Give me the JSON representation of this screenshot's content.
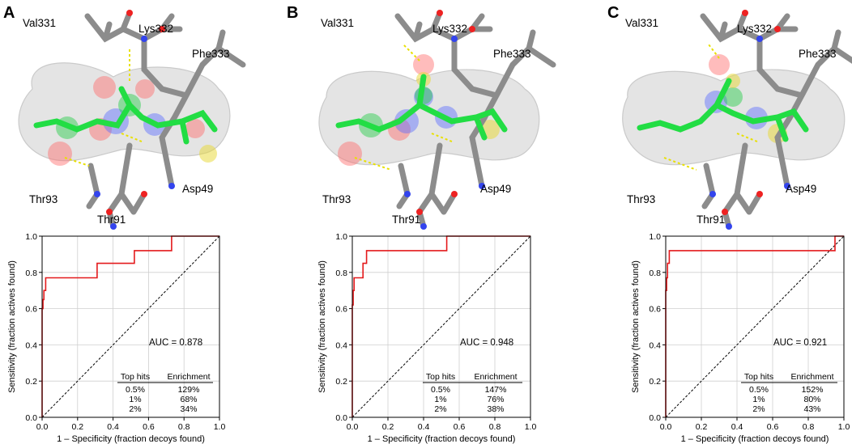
{
  "colors": {
    "roc": "#e41a1c",
    "diagonal": "#000000",
    "grid": "#cfcfcf",
    "carbon_protein": "#8c8c8c",
    "carbon_ligand": "#22dd44",
    "nitrogen": "#3344ee",
    "oxygen": "#ee2222",
    "hbond": "#e8e000"
  },
  "panels": [
    {
      "letter": "A",
      "residues": [
        "Val331",
        "Lys332",
        "Phe333",
        "Thr93",
        "Asp49",
        "Thr91"
      ],
      "auc_text": "AUC = 0.878",
      "table_header": [
        "Top hits",
        "Enrichment"
      ],
      "table_rows": [
        [
          "0.5%",
          "129%"
        ],
        [
          "1%",
          "68%"
        ],
        [
          "2%",
          "34%"
        ]
      ]
    },
    {
      "letter": "B",
      "residues": [
        "Val331",
        "Lys332",
        "Phe333",
        "Thr93",
        "Asp49",
        "Thr91"
      ],
      "auc_text": "AUC = 0.948",
      "table_header": [
        "Top hits",
        "Enrichment"
      ],
      "table_rows": [
        [
          "0.5%",
          "147%"
        ],
        [
          "1%",
          "76%"
        ],
        [
          "2%",
          "38%"
        ]
      ]
    },
    {
      "letter": "C",
      "residues": [
        "Val331",
        "Lys332",
        "Phe333",
        "Thr93",
        "Asp49",
        "Thr91"
      ],
      "auc_text": "AUC = 0.921",
      "table_header": [
        "Top hits",
        "Enrichment"
      ],
      "table_rows": [
        [
          "0.5%",
          "152%"
        ],
        [
          "1%",
          "80%"
        ],
        [
          "2%",
          "43%"
        ]
      ]
    }
  ],
  "chart_data": [
    {
      "type": "line",
      "xlabel": "1 – Specificity (fraction decoys found)",
      "ylabel": "Sensitivity (fraction actives found)",
      "xlim": [
        0,
        1
      ],
      "ylim": [
        0,
        1
      ],
      "xticks": [
        "0.0",
        "0.2",
        "0.4",
        "0.6",
        "0.8",
        "1.0"
      ],
      "yticks": [
        "0.0",
        "0.2",
        "0.4",
        "0.6",
        "0.8",
        "1.0"
      ],
      "grid": true,
      "series": [
        {
          "x": [
            0,
            0,
            0.005,
            0.005,
            0.01,
            0.01,
            0.02,
            0.02,
            0.04,
            0.04,
            0.31,
            0.31,
            0.52,
            0.52,
            0.73,
            0.73,
            1.0
          ],
          "y": [
            0,
            0.6,
            0.6,
            0.65,
            0.65,
            0.7,
            0.7,
            0.77,
            0.77,
            0.77,
            0.77,
            0.85,
            0.85,
            0.92,
            0.92,
            1.0,
            1.0
          ]
        }
      ],
      "diagonal": {
        "x": [
          0,
          1
        ],
        "y": [
          0,
          1
        ]
      },
      "auc": 0.878
    },
    {
      "type": "line",
      "xlabel": "1 – Specificity (fraction decoys found)",
      "ylabel": "Sensitivity (fraction actives found)",
      "xlim": [
        0,
        1
      ],
      "ylim": [
        0,
        1
      ],
      "xticks": [
        "0.0",
        "0.2",
        "0.4",
        "0.6",
        "0.8",
        "1.0"
      ],
      "yticks": [
        "0.0",
        "0.2",
        "0.4",
        "0.6",
        "0.8",
        "1.0"
      ],
      "grid": true,
      "series": [
        {
          "x": [
            0,
            0,
            0.005,
            0.005,
            0.01,
            0.01,
            0.06,
            0.06,
            0.08,
            0.08,
            0.53,
            0.53,
            1.0
          ],
          "y": [
            0,
            0.62,
            0.62,
            0.7,
            0.7,
            0.77,
            0.77,
            0.85,
            0.85,
            0.92,
            0.92,
            1.0,
            1.0
          ]
        }
      ],
      "diagonal": {
        "x": [
          0,
          1
        ],
        "y": [
          0,
          1
        ]
      },
      "auc": 0.948
    },
    {
      "type": "line",
      "xlabel": "1 – Specificity (fraction decoys found)",
      "ylabel": "Sensitivity (fraction actives found)",
      "xlim": [
        0,
        1
      ],
      "ylim": [
        0,
        1
      ],
      "xticks": [
        "0.0",
        "0.2",
        "0.4",
        "0.6",
        "0.8",
        "1.0"
      ],
      "yticks": [
        "0.0",
        "0.2",
        "0.4",
        "0.6",
        "0.8",
        "1.0"
      ],
      "grid": true,
      "series": [
        {
          "x": [
            0,
            0,
            0.005,
            0.005,
            0.01,
            0.01,
            0.02,
            0.02,
            0.03,
            0.03,
            0.95,
            0.95,
            1.0
          ],
          "y": [
            0,
            0.7,
            0.7,
            0.77,
            0.77,
            0.85,
            0.85,
            0.92,
            0.92,
            0.92,
            0.92,
            1.0,
            1.0
          ]
        }
      ],
      "diagonal": {
        "x": [
          0,
          1
        ],
        "y": [
          0,
          1
        ]
      },
      "auc": 0.921
    }
  ]
}
